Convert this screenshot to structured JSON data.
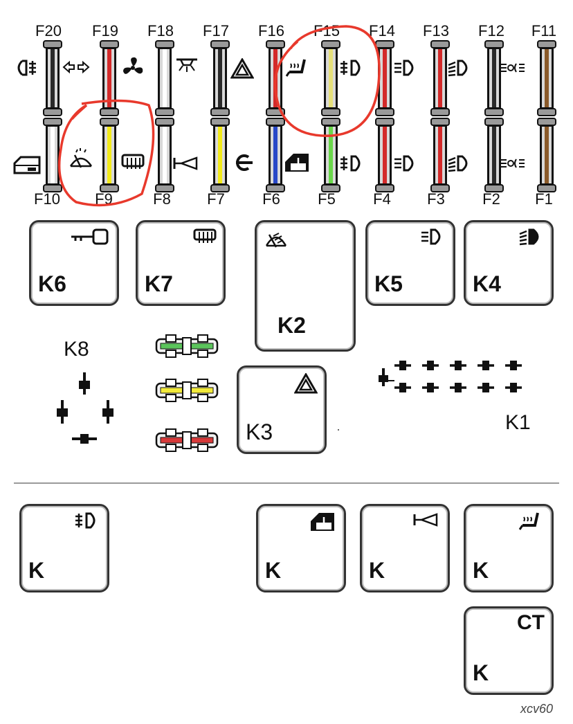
{
  "top_fuse_labels": [
    "F20",
    "F19",
    "F18",
    "F17",
    "F16",
    "F15",
    "F14",
    "F13",
    "F12",
    "F11"
  ],
  "bottom_fuse_labels": [
    "F10",
    "F9",
    "F8",
    "F7",
    "F6",
    "F5",
    "F4",
    "F3",
    "F2",
    "F1"
  ],
  "top_fuse_colors": [
    "#2a2a2a",
    "#d32a2a",
    "#ffffff",
    "#2a2a2a",
    "#d32a2a",
    "#e6e07a",
    "#d32a2a",
    "#d32a2a",
    "#2a2a2a",
    "#8a5a2a"
  ],
  "bottom_fuse_colors": [
    "#ffffff",
    "#f2ea1a",
    "#ffffff",
    "#f2ea1a",
    "#2848c8",
    "#6ad84a",
    "#d32a2a",
    "#d32a2a",
    "#2a2a2a",
    "#8a5a2a"
  ],
  "relays": {
    "k6": {
      "label": "K6",
      "icon": "key-icon"
    },
    "k7": {
      "label": "K7",
      "icon": "rear-defrost-icon"
    },
    "k2": {
      "label": "K2",
      "icon": "wiper-washer-icon"
    },
    "k5": {
      "label": "K5",
      "icon": "low-beam-icon"
    },
    "k4": {
      "label": "K4",
      "icon": "high-beam-icon"
    },
    "k3": {
      "label": "K3",
      "icon": "hazard-icon"
    },
    "k_fog": {
      "label": "K",
      "icon": "front-fog-icon"
    },
    "k_window": {
      "label": "K",
      "icon": "power-window-icon"
    },
    "k_horn": {
      "label": "K",
      "icon": "horn-icon"
    },
    "k_seat": {
      "label": "K",
      "icon": "heated-seat-icon"
    },
    "k_ct": {
      "label": "K",
      "top_text": "CT"
    }
  },
  "k8_label": "K8",
  "k1_label": "K1",
  "connector_colors": [
    "#5cc45c",
    "#f2ea3a",
    "#d83a3a"
  ],
  "watermark": "xcv60",
  "annotation_color": "#e8392c"
}
